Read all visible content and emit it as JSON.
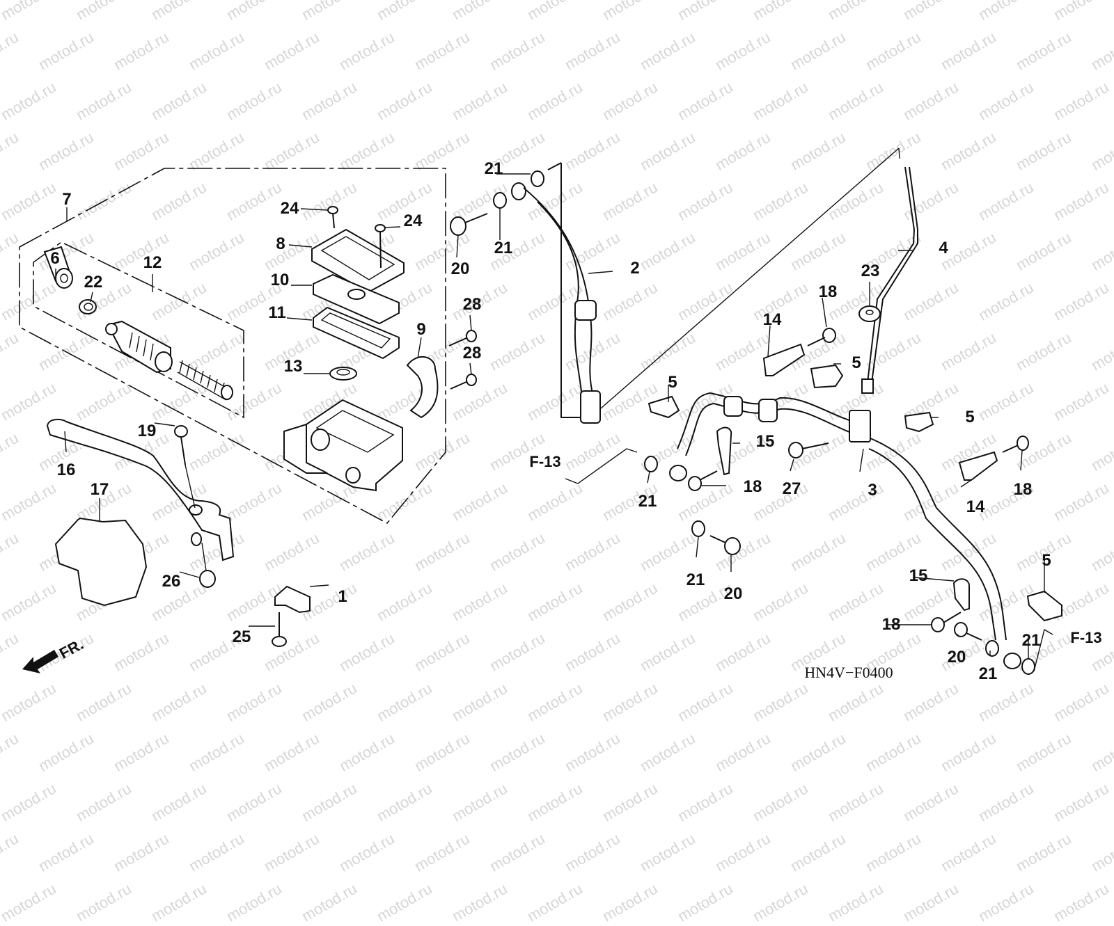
{
  "diagram": {
    "title_code": "HN4V−F0400",
    "watermark": "motod.ru",
    "direction_label": "FR.",
    "references": [
      {
        "id": "ref-left",
        "label": "F-13"
      },
      {
        "id": "ref-right",
        "label": "F-13"
      }
    ],
    "callouts": [
      {
        "id": "c7",
        "label": "7",
        "part": "master-cylinder-assembly"
      },
      {
        "id": "c6",
        "label": "6",
        "part": "boot"
      },
      {
        "id": "c22",
        "label": "22",
        "part": "circlip"
      },
      {
        "id": "c12",
        "label": "12",
        "part": "piston-set"
      },
      {
        "id": "c24a",
        "label": "24",
        "part": "screw"
      },
      {
        "id": "c24b",
        "label": "24",
        "part": "screw"
      },
      {
        "id": "c8",
        "label": "8",
        "part": "reservoir-cap"
      },
      {
        "id": "c10",
        "label": "10",
        "part": "diaphragm-plate"
      },
      {
        "id": "c11",
        "label": "11",
        "part": "diaphragm"
      },
      {
        "id": "c13",
        "label": "13",
        "part": "float"
      },
      {
        "id": "c9",
        "label": "9",
        "part": "holder"
      },
      {
        "id": "c28a",
        "label": "28",
        "part": "bolt"
      },
      {
        "id": "c28b",
        "label": "28",
        "part": "bolt"
      },
      {
        "id": "c20a",
        "label": "20",
        "part": "oil-bolt"
      },
      {
        "id": "c21a",
        "label": "21",
        "part": "sealing-washer"
      },
      {
        "id": "c21b",
        "label": "21",
        "part": "sealing-washer"
      },
      {
        "id": "c2",
        "label": "2",
        "part": "brake-hose-upper"
      },
      {
        "id": "c4",
        "label": "4",
        "part": "brake-pipe"
      },
      {
        "id": "c23",
        "label": "23",
        "part": "clamp"
      },
      {
        "id": "c18a",
        "label": "18",
        "part": "bolt"
      },
      {
        "id": "c14a",
        "label": "14",
        "part": "hose-clamp"
      },
      {
        "id": "c5a",
        "label": "5",
        "part": "hose-guide"
      },
      {
        "id": "c5b",
        "label": "5",
        "part": "hose-guide"
      },
      {
        "id": "c5c",
        "label": "5",
        "part": "hose-guide"
      },
      {
        "id": "c15a",
        "label": "15",
        "part": "hose-clamp"
      },
      {
        "id": "c18b",
        "label": "18",
        "part": "bolt"
      },
      {
        "id": "c21c",
        "label": "21",
        "part": "sealing-washer"
      },
      {
        "id": "c27",
        "label": "27",
        "part": "bolt"
      },
      {
        "id": "c3",
        "label": "3",
        "part": "brake-hose-lower"
      },
      {
        "id": "c14b",
        "label": "14",
        "part": "hose-clamp"
      },
      {
        "id": "c18c",
        "label": "18",
        "part": "bolt"
      },
      {
        "id": "c21d",
        "label": "21",
        "part": "sealing-washer"
      },
      {
        "id": "c20b",
        "label": "20",
        "part": "oil-bolt"
      },
      {
        "id": "c5d",
        "label": "5",
        "part": "hose-guide"
      },
      {
        "id": "c15b",
        "label": "15",
        "part": "hose-clamp"
      },
      {
        "id": "c18d",
        "label": "18",
        "part": "bolt"
      },
      {
        "id": "c20c",
        "label": "20",
        "part": "oil-bolt"
      },
      {
        "id": "c21e",
        "label": "21",
        "part": "sealing-washer"
      },
      {
        "id": "c21f",
        "label": "21",
        "part": "sealing-washer"
      },
      {
        "id": "c16",
        "label": "16",
        "part": "brake-lever"
      },
      {
        "id": "c17",
        "label": "17",
        "part": "lever-cover"
      },
      {
        "id": "c19",
        "label": "19",
        "part": "pivot-bolt"
      },
      {
        "id": "c26",
        "label": "26",
        "part": "pivot-nut"
      },
      {
        "id": "c1",
        "label": "1",
        "part": "brake-switch"
      },
      {
        "id": "c25",
        "label": "25",
        "part": "screw"
      }
    ]
  }
}
